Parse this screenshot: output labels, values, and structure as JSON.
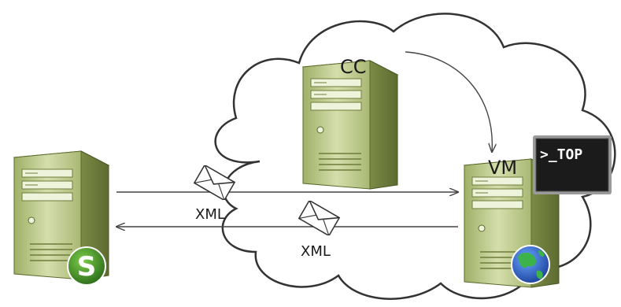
{
  "nodes": {
    "cc": {
      "label": "CC"
    },
    "vm": {
      "label": "VM"
    }
  },
  "messages": {
    "outgoing": {
      "label": "XML"
    },
    "incoming": {
      "label": "XML"
    }
  },
  "terminal": {
    "text": ">_TOP"
  },
  "colors": {
    "server_body": "#c5d19a",
    "server_side": "#8a9a55",
    "cloud_stroke": "#333333",
    "arrow": "#444444",
    "terminal_bg": "#1b1b1b",
    "globe_blue": "#2a62c7",
    "globe_green": "#34a34a",
    "s_badge": "#3f8a2a"
  }
}
